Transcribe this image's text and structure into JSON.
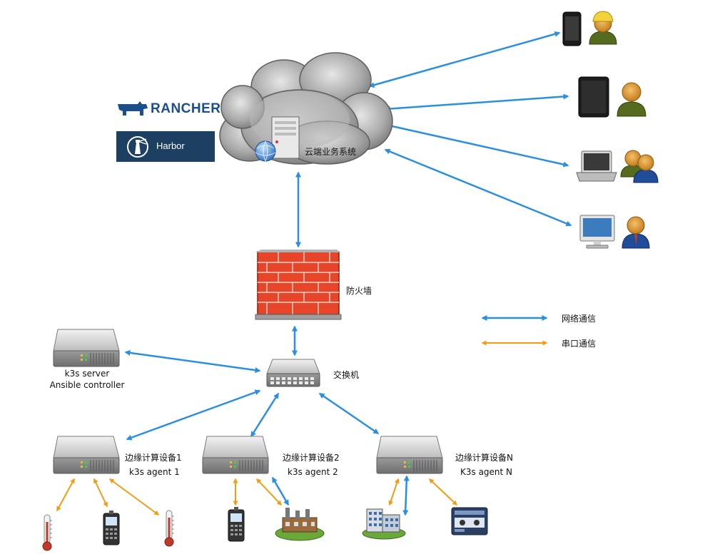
{
  "colors": {
    "network": "#2b8fe0",
    "serial": "#f39c12",
    "rancher": "#1b4f8a",
    "harbor_bg": "#1c3f62",
    "firewall": "#e6452a"
  },
  "logos": {
    "rancher": "RANCHER",
    "harbor": "Harbor"
  },
  "labels": {
    "cloud": "云端业务系统",
    "firewall": "防火墙",
    "switch": "交换机",
    "k3s_server_line1": "k3s  server",
    "k3s_server_line2": "Ansible controller",
    "edge1_line1": "边缘计算设备1",
    "edge1_line2": "k3s agent 1",
    "edge2_line1": "边缘计算设备2",
    "edge2_line2": "k3s agent 2",
    "edgeN_line1": "边缘计算设备N",
    "edgeN_line2": "K3s agent N"
  },
  "legend": {
    "network": "网络通信",
    "serial": "串口通信"
  },
  "icons": {
    "cloud": "cloud-server-icon",
    "firewall": "brick-wall-icon",
    "switch": "network-switch-icon",
    "server": "rack-server-icon",
    "thermometer": "thermometer-icon",
    "handheld": "handheld-terminal-icon",
    "factory": "factory-icon",
    "building": "office-building-icon",
    "panel": "control-panel-icon",
    "smartphone": "smartphone-icon",
    "tablet": "tablet-icon",
    "laptop": "laptop-icon",
    "monitor": "desktop-monitor-icon",
    "user": "user-avatar-icon",
    "users": "user-group-icon"
  }
}
